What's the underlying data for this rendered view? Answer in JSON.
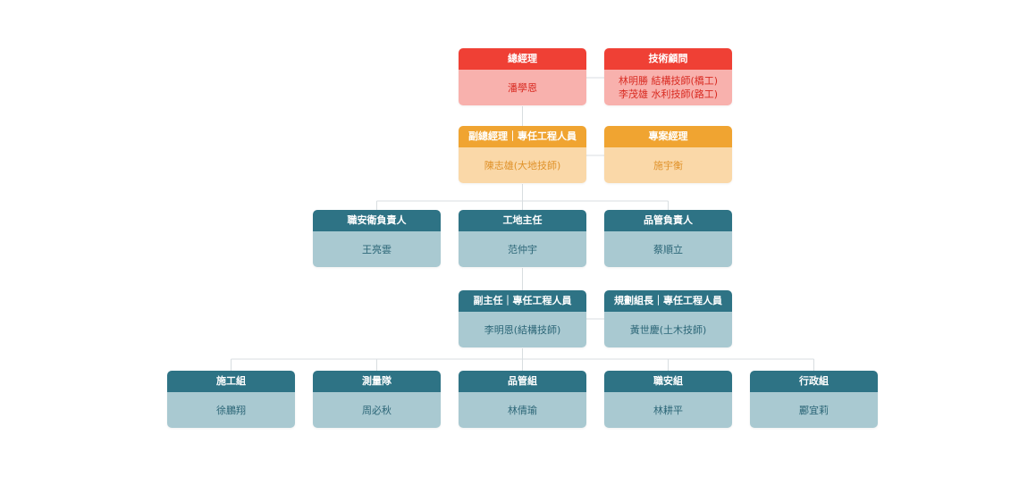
{
  "nodes": {
    "general_manager": {
      "title": "總經理",
      "name": "潘學恩"
    },
    "technical_advisor": {
      "title": "技術顧問",
      "lines": [
        "林明勝 結構技師(橋工)",
        "李茂雄 水利技師(路工)"
      ]
    },
    "deputy_gm": {
      "title": "副總經理｜專任工程人員",
      "name": "陳志雄(大地技師)"
    },
    "project_manager": {
      "title": "專案經理",
      "name": "施宇衡"
    },
    "safety_head": {
      "title": "職安衛負責人",
      "name": "王亮雲"
    },
    "site_director": {
      "title": "工地主任",
      "name": "范仲宇"
    },
    "qc_head": {
      "title": "品管負責人",
      "name": "蔡順立"
    },
    "deputy_director": {
      "title": "副主任｜專任工程人員",
      "name": "李明恩(結構技師)"
    },
    "planning_lead": {
      "title": "規劃組長｜專任工程人員",
      "name": "黃世慶(土木技師)"
    },
    "construction_group": {
      "title": "施工組",
      "name": "徐鵬翔"
    },
    "survey_team": {
      "title": "測量隊",
      "name": "周必秋"
    },
    "qc_group": {
      "title": "品管組",
      "name": "林倩瑜"
    },
    "safety_group": {
      "title": "職安組",
      "name": "林耕平"
    },
    "admin_group": {
      "title": "行政組",
      "name": "酈宜莉"
    }
  },
  "colors": {
    "red_header": "#ef4035",
    "red_body": "#f8b1ad",
    "orange_header": "#f0a431",
    "orange_body": "#fad8a8",
    "teal_header": "#2e7385",
    "teal_body": "#a9c9d1",
    "connector": "#d8dde0"
  }
}
